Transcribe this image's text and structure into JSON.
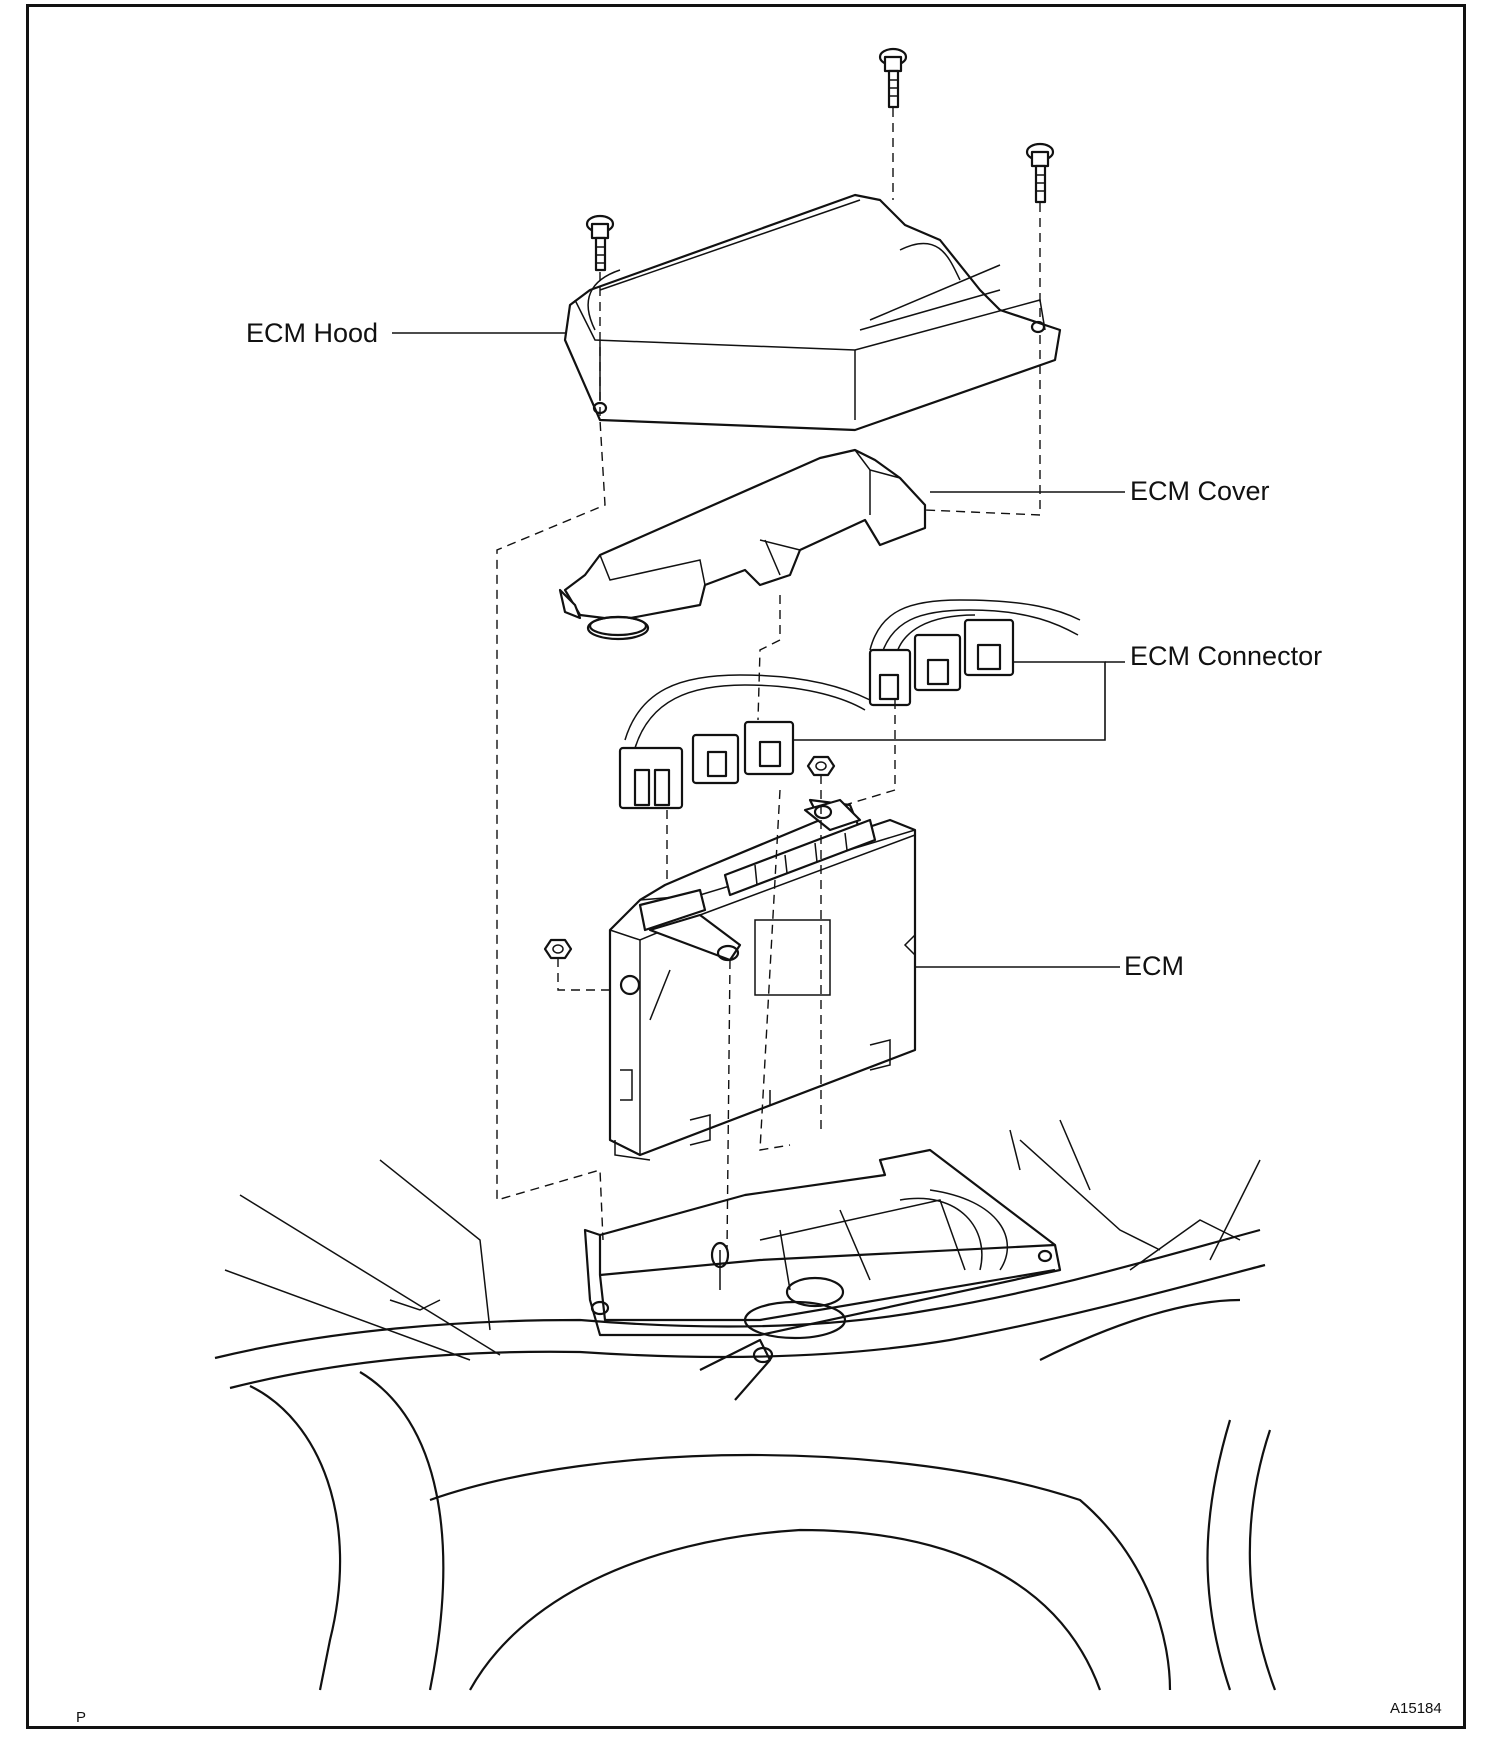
{
  "labels": {
    "ecm_hood": "ECM Hood",
    "ecm_cover": "ECM Cover",
    "ecm_connector": "ECM Connector",
    "ecm": "ECM"
  },
  "footer": {
    "left_code": "P",
    "figure_id": "A15184"
  }
}
